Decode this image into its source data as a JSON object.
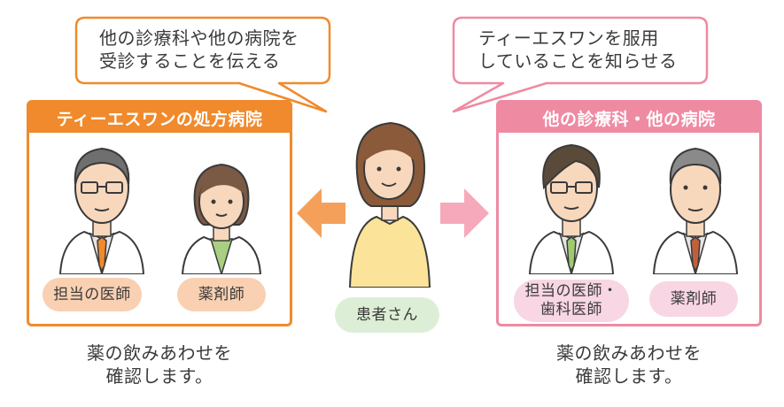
{
  "bubble_left": {
    "text": "他の診療科や他の病院を\n受診することを伝える"
  },
  "bubble_right": {
    "text": "ティーエスワンを服用\nしていることを知らせる"
  },
  "left_box": {
    "title": "ティーエスワンの処方病院",
    "doctor_label": "担当の医師",
    "pharmacist_label": "薬剤師",
    "caption": "薬の飲みあわせを\n確認します。"
  },
  "right_box": {
    "title": "他の診療科・他の病院",
    "doctor_label": "担当の医師・\n歯科医師",
    "pharmacist_label": "薬剤師",
    "caption": "薬の飲みあわせを\n確認します。"
  },
  "patient": {
    "label": "患者さん"
  },
  "colors": {
    "orange": "#f08a2c",
    "pink": "#ef8aa3",
    "orange_pill": "#f9d0b2",
    "pink_pill": "#f8d6e3",
    "green_pill": "#dcefd6"
  }
}
